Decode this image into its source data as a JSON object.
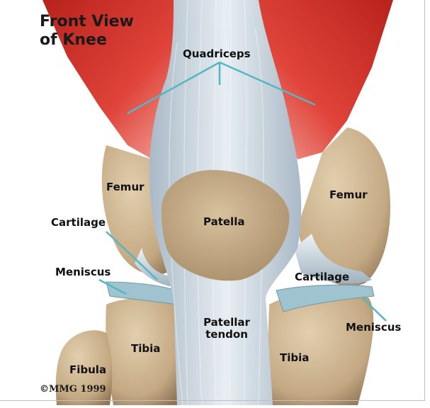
{
  "title": {
    "line1": "Front View",
    "line2": "of Knee"
  },
  "labels": {
    "quadriceps": "Quadriceps",
    "femur_left": "Femur",
    "femur_right": "Femur",
    "patella": "Patella",
    "cartilage_left": "Cartilage",
    "cartilage_right": "Cartilage",
    "meniscus_left": "Meniscus",
    "meniscus_right": "Meniscus",
    "patellar_tendon_line1": "Patellar",
    "patellar_tendon_line2": "tendon",
    "tibia_left": "Tibia",
    "tibia_right": "Tibia",
    "fibula": "Fibula"
  },
  "copyright": "©MMG 1999",
  "colors": {
    "muscle": "#d2342c",
    "bone": "#c9b08c",
    "tendon": "#c9d6e0",
    "cartilage": "#dde6ec",
    "leader_line": "#54b8c4"
  }
}
